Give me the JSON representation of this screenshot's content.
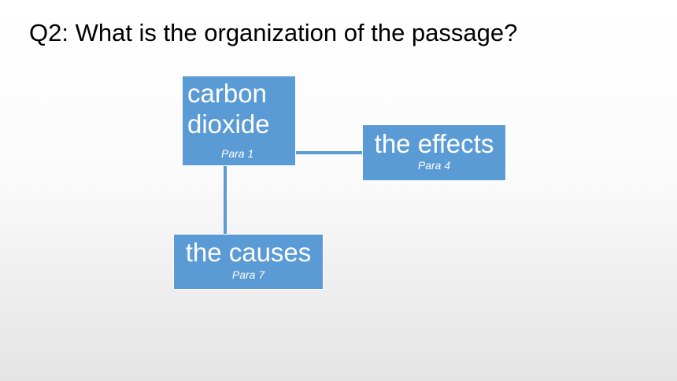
{
  "slide": {
    "title": "Q2: What is the organization of the passage?"
  },
  "diagram": {
    "nodes": [
      {
        "id": "carbon-dioxide",
        "label": "carbon dioxide",
        "ref": "Para 1"
      },
      {
        "id": "effects",
        "label": "the effects",
        "ref": "Para 4"
      },
      {
        "id": "causes",
        "label": "the causes",
        "ref": "Para 7"
      }
    ],
    "edges": [
      {
        "from": "carbon-dioxide",
        "to": "effects"
      },
      {
        "from": "carbon-dioxide",
        "to": "causes"
      }
    ],
    "colors": {
      "node_fill": "#5b9bd5",
      "node_text": "#ffffff",
      "edge": "#5b9bd5"
    }
  }
}
